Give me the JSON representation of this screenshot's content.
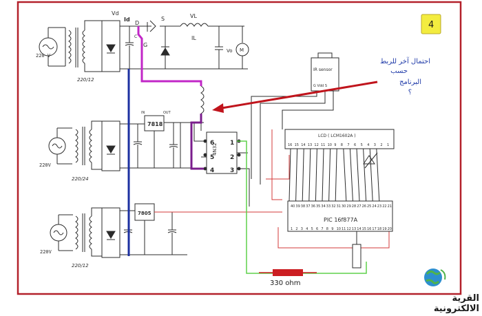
{
  "badge": {
    "number": "4",
    "color": "#f3ec3f"
  },
  "annotation": {
    "lines": [
      "احتمال آخر للربط",
      "حسب",
      "البرنامج",
      "؟"
    ],
    "color": "#1f3aa8",
    "arrow_color": "#c0141c"
  },
  "top_stage": {
    "transformer_label": "220 V",
    "secondary_label": "220/12",
    "vd": "Vd",
    "id": "Id",
    "d": "D",
    "s": "S",
    "g": "G",
    "vl": "VL",
    "il": "IL",
    "vo": "Vo",
    "motor": "M",
    "cap": "C"
  },
  "mid_stage": {
    "transformer_label": "220V",
    "secondary_label": "220/24",
    "regulator": "7818",
    "reg_in": "IN",
    "reg_out": "OUT",
    "opto": "4N32",
    "opto_pins": [
      "6",
      "5",
      "4",
      "1",
      "2",
      "3"
    ]
  },
  "bottom_stage": {
    "transformer_label": "220V",
    "secondary_label": "220/12",
    "regulator": "7805"
  },
  "ir_sensor": {
    "label": "IR sensor",
    "pins": "G  Vdd  S"
  },
  "lcd": {
    "label": "LCD ( LCM1602A )",
    "pins": [
      "16",
      "15",
      "14",
      "13",
      "12",
      "11",
      "10",
      "9",
      "8",
      "7",
      "6",
      "5",
      "4",
      "3",
      "2",
      "1"
    ]
  },
  "pic": {
    "label": "PIC 16f877A",
    "top_pins": [
      "40",
      "39",
      "38",
      "37",
      "36",
      "35",
      "34",
      "33",
      "32",
      "31",
      "30",
      "29",
      "28",
      "27",
      "26",
      "25",
      "24",
      "23",
      "22",
      "21"
    ],
    "bottom_pins": [
      "1",
      "2",
      "3",
      "4",
      "5",
      "6",
      "7",
      "8",
      "9",
      "10",
      "11",
      "12",
      "13",
      "14",
      "15",
      "16",
      "17",
      "18",
      "19",
      "20"
    ]
  },
  "resistor": {
    "label": "330 ohm",
    "color": "#cc1e22"
  },
  "colors": {
    "border": "#b3202a",
    "wire": "#2b2b2b",
    "blue_wire": "#1b2fa0",
    "magenta_wire": "#c126c7",
    "purple_wire": "#7a1c8c",
    "red_wire": "#d33a3a",
    "green_wire": "#5fd04a"
  },
  "logo_text": "القرية الالكترونية"
}
